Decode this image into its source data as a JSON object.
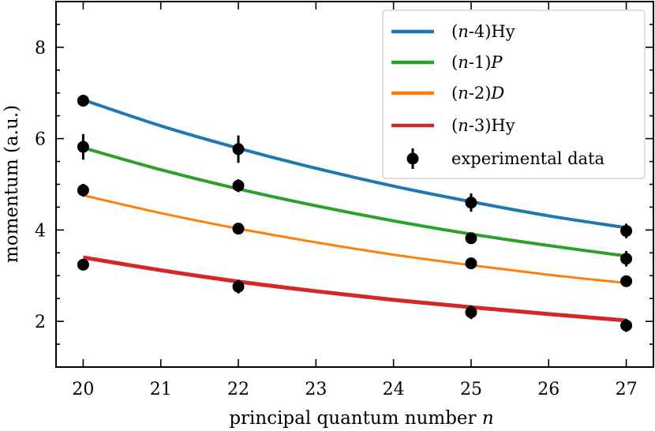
{
  "chart_data": {
    "type": "line",
    "xlabel": "principal quantum number n",
    "ylabel": "momentum (a.u.)",
    "xlim": [
      19.65,
      27.35
    ],
    "ylim": [
      1.0,
      9.0
    ],
    "xticks": [
      20,
      21,
      22,
      23,
      24,
      25,
      26,
      27
    ],
    "yticks": [
      2,
      4,
      6,
      8
    ],
    "grid": false,
    "legend": "top-right",
    "series": [
      {
        "name": "(n-4)Hy",
        "color": "#1f77b4",
        "width": 4,
        "x": [
          20,
          21,
          22,
          23,
          24,
          25,
          26,
          27
        ],
        "y": [
          6.85,
          6.28,
          5.79,
          5.35,
          4.96,
          4.62,
          4.31,
          4.05
        ]
      },
      {
        "name": "(n-1)P",
        "color": "#2ca02c",
        "width": 4,
        "x": [
          20,
          21,
          22,
          23,
          24,
          25,
          26,
          27
        ],
        "y": [
          5.8,
          5.32,
          4.9,
          4.53,
          4.2,
          3.91,
          3.66,
          3.43
        ]
      },
      {
        "name": "(n-2)D",
        "color": "#ff7f0e",
        "width": 3,
        "x": [
          20,
          21,
          22,
          23,
          24,
          25,
          26,
          27
        ],
        "y": [
          4.76,
          4.37,
          4.03,
          3.73,
          3.46,
          3.23,
          3.02,
          2.84
        ]
      },
      {
        "name": "(n-3)Hy",
        "color": "#d62728",
        "width": 5,
        "x": [
          20,
          21,
          22,
          23,
          24,
          25,
          26,
          27
        ],
        "y": [
          3.4,
          3.12,
          2.87,
          2.66,
          2.47,
          2.31,
          2.16,
          2.02
        ]
      }
    ],
    "experimental": {
      "name": "experimental data",
      "color": "#000000",
      "points": [
        {
          "x": 20,
          "y": 6.83,
          "err": 0.13
        },
        {
          "x": 20,
          "y": 5.82,
          "err": 0.28
        },
        {
          "x": 20,
          "y": 4.87,
          "err": 0.14
        },
        {
          "x": 20,
          "y": 3.24,
          "err": 0.05
        },
        {
          "x": 22,
          "y": 5.77,
          "err": 0.3
        },
        {
          "x": 22,
          "y": 4.97,
          "err": 0.14
        },
        {
          "x": 22,
          "y": 4.03,
          "err": 0.07
        },
        {
          "x": 22,
          "y": 2.76,
          "err": 0.15
        },
        {
          "x": 25,
          "y": 4.6,
          "err": 0.2
        },
        {
          "x": 25,
          "y": 3.82,
          "err": 0.11
        },
        {
          "x": 25,
          "y": 3.27,
          "err": 0.08
        },
        {
          "x": 25,
          "y": 2.2,
          "err": 0.15
        },
        {
          "x": 27,
          "y": 3.98,
          "err": 0.16
        },
        {
          "x": 27,
          "y": 3.37,
          "err": 0.17
        },
        {
          "x": 27,
          "y": 2.88,
          "err": 0.07
        },
        {
          "x": 27,
          "y": 1.91,
          "err": 0.14
        }
      ]
    }
  }
}
